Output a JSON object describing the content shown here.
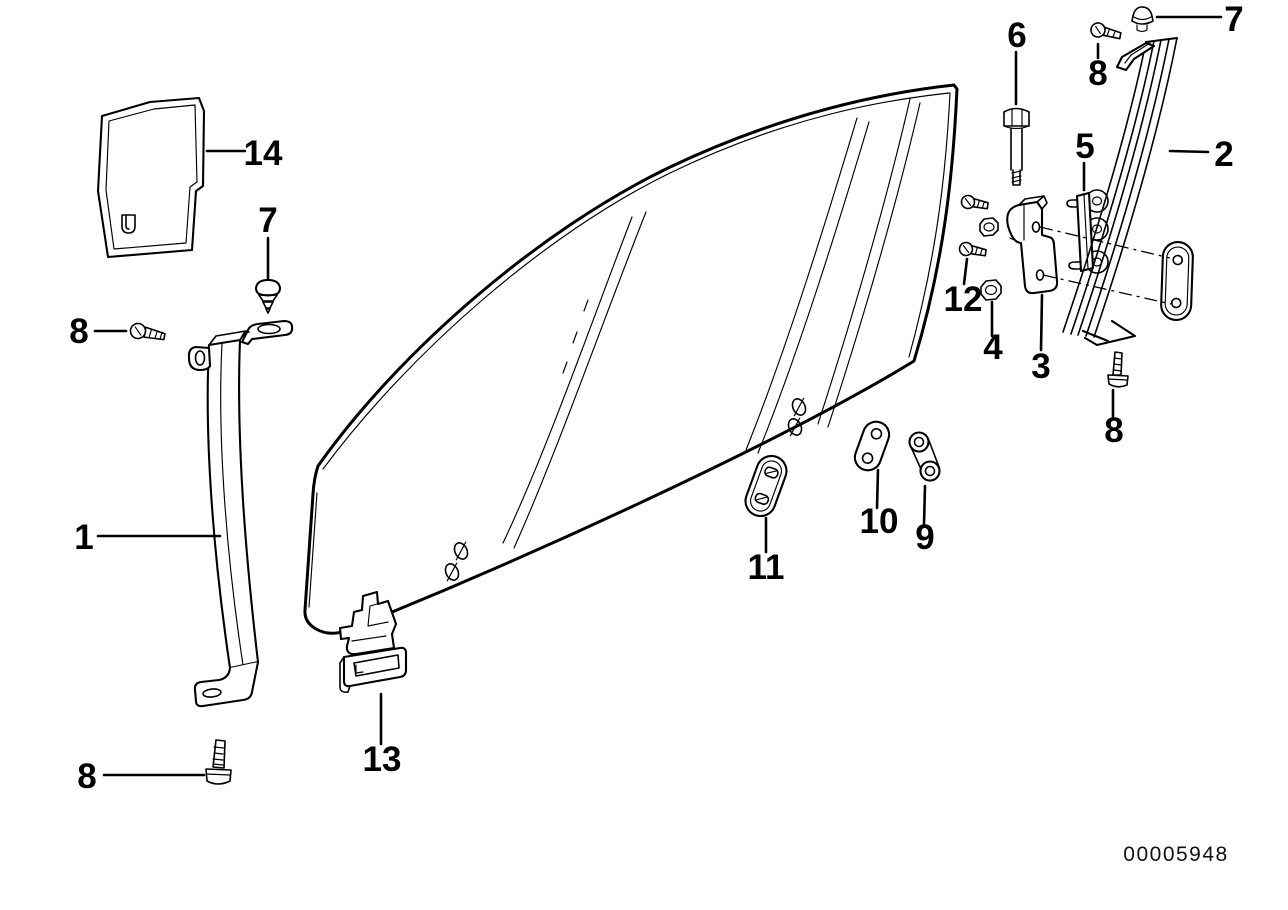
{
  "diagram": {
    "doc_number": "00005948",
    "callouts": {
      "panel14": "14",
      "grommet7_left": "7",
      "screw8_top_left": "8",
      "rail1": "1",
      "screw8_bottom_left": "8",
      "clip13": "13",
      "pad11": "11",
      "plate10": "10",
      "link9": "9",
      "screws12": "12",
      "nut4": "4",
      "bracket3": "3",
      "rollers5": "5",
      "bolt6": "6",
      "screw8_top_right": "8",
      "cap7_right": "7",
      "rail2": "2",
      "screw8_mid_right": "8"
    }
  }
}
